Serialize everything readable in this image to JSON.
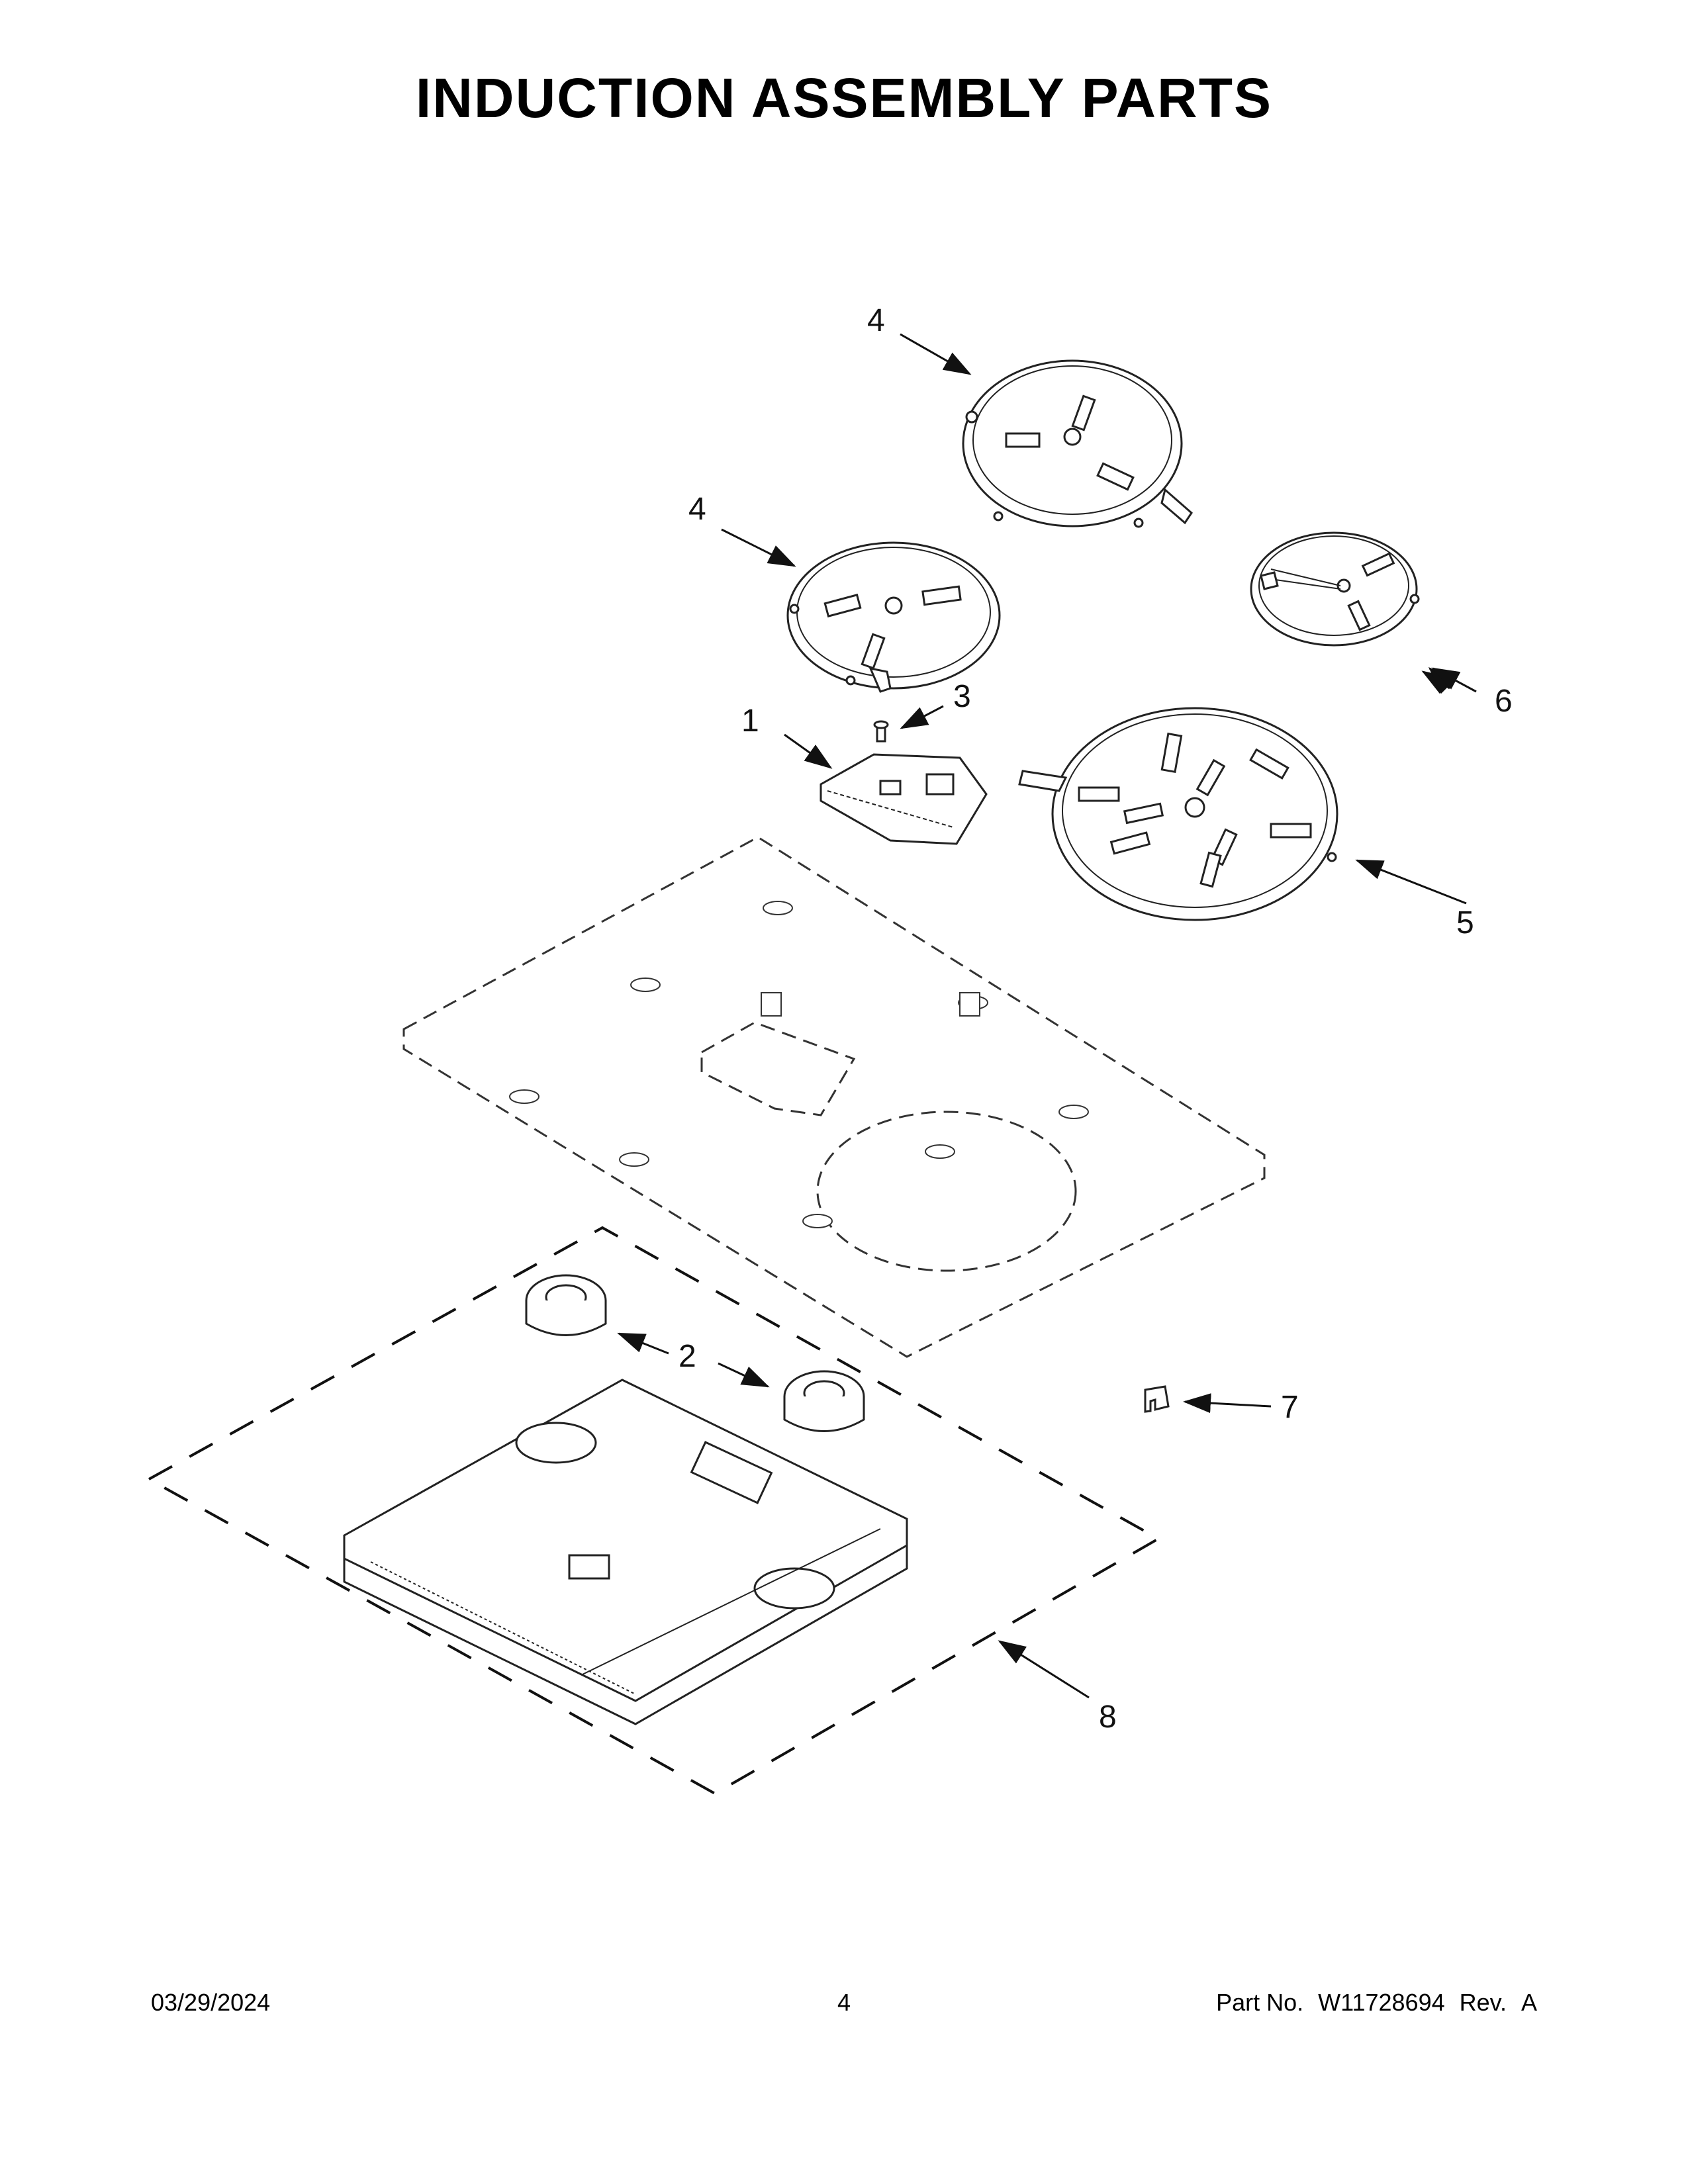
{
  "page": {
    "title": "INDUCTION ASSEMBLY PARTS"
  },
  "callouts": [
    {
      "id": "c1",
      "label": "1"
    },
    {
      "id": "c2",
      "label": "2"
    },
    {
      "id": "c3",
      "label": "3"
    },
    {
      "id": "c4a",
      "label": "4"
    },
    {
      "id": "c4b",
      "label": "4"
    },
    {
      "id": "c5",
      "label": "5"
    },
    {
      "id": "c6",
      "label": "6"
    },
    {
      "id": "c7",
      "label": "7"
    },
    {
      "id": "c8",
      "label": "8"
    }
  ],
  "footer": {
    "date": "03/29/2024",
    "page_number": "4",
    "part_label": "Part No.",
    "part_number": "W11728694",
    "rev_label": "Rev.",
    "rev_value": "A"
  }
}
